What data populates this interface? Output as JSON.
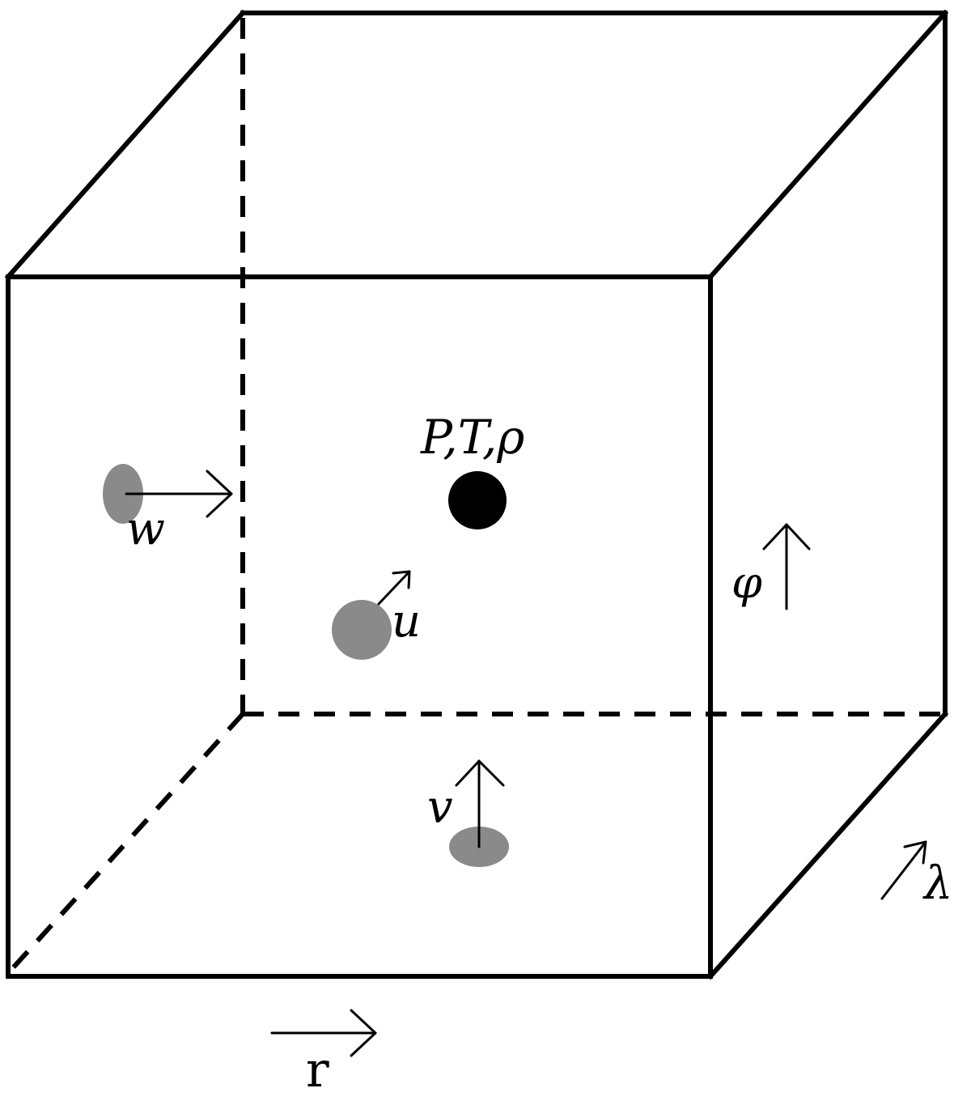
{
  "labels": {
    "center_vars": "P,T,ρ",
    "w": "w",
    "u": "u",
    "v": "v",
    "phi": "φ",
    "lambda": "λ",
    "r": "r"
  },
  "colors": {
    "line": "#000000",
    "center_node": "#000000",
    "velocity_node": "#8a8a8a",
    "background": "#ffffff"
  }
}
